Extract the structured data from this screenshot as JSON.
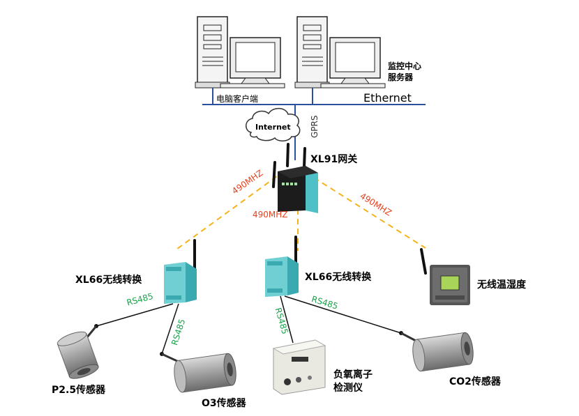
{
  "top": {
    "client_label": "电脑客户端",
    "server_label_line1": "监控中心",
    "server_label_line2": "服务器",
    "ethernet_label": "Ethernet",
    "internet_label": "Internet",
    "gprs_label": "GPRS"
  },
  "gateway": {
    "label": "XL91网关",
    "link_left": "490MHZ",
    "link_center": "490MHZ",
    "link_right": "490MHZ"
  },
  "converters": {
    "left_label": "XL66无线转换",
    "middle_label": "XL66无线转换"
  },
  "links": {
    "rs485_left_a": "RS485",
    "rs485_left_b": "RS485",
    "rs485_mid_a": "RS485",
    "rs485_mid_b": "RS485"
  },
  "devices": {
    "thermo_label": "无线温湿度",
    "p25_label": "P2.5传感器",
    "o3_label": "O3传感器",
    "ion_label_line1": "负氧离子",
    "ion_label_line2": "检测仪",
    "co2_label": "CO2传感器"
  },
  "colors": {
    "ethernet_line": "#2a4f9c",
    "wireless_dash": "#f5b21a",
    "frequency_text": "#e8401c",
    "rs485_text": "#1aa34a",
    "module_teal": "#4fc1c6"
  }
}
